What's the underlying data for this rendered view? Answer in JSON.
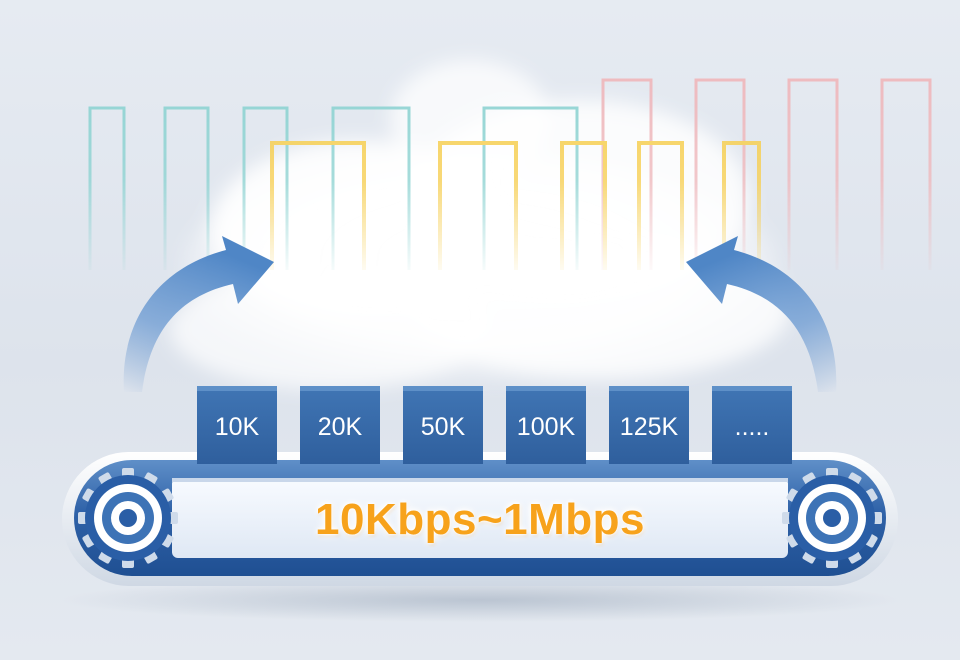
{
  "conveyor": {
    "rate_label": "10Kbps~1Mbps",
    "blocks": [
      {
        "label": "10K"
      },
      {
        "label": "20K"
      },
      {
        "label": "50K"
      },
      {
        "label": "100K"
      },
      {
        "label": "125K"
      },
      {
        "label": "....."
      }
    ]
  },
  "colors": {
    "accent_blue": "#2f5f9d",
    "rate_text": "#f7a21b",
    "signal_teal": "#8fd3d2",
    "signal_yellow": "#f6cf55",
    "signal_pink": "#eeb9bd"
  },
  "icons": [
    "curved-arrow-icon",
    "gear-icon"
  ]
}
